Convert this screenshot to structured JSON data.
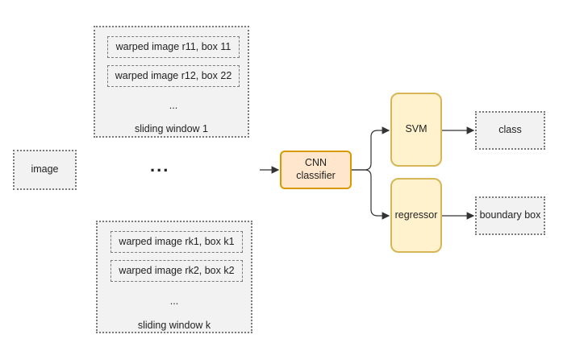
{
  "image": "image",
  "ellipsis_main": "...",
  "window1": {
    "items": [
      "warped image r11, box 11",
      "warped image r12, box 22"
    ],
    "ellipsis": "...",
    "label": "sliding window 1"
  },
  "windowk": {
    "items": [
      "warped image rk1, box k1",
      "warped image rk2, box k2"
    ],
    "ellipsis": "...",
    "label": "sliding window k"
  },
  "cnn": "CNN classifier",
  "svm": "SVM",
  "regressor": "regressor",
  "class": "class",
  "boundary_box": "boundary box",
  "colors": {
    "cnn_fill": "#ffe6cc",
    "cnn_border": "#d79b00",
    "head_fill": "#fff2cc",
    "head_border": "#d6b656",
    "box_fill": "#f2f2f2"
  }
}
